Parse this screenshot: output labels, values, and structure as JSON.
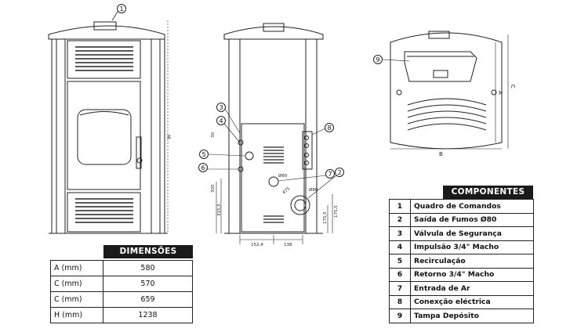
{
  "diagram": {
    "callouts": [
      "1",
      "2",
      "3",
      "4",
      "5",
      "6",
      "7",
      "8",
      "9"
    ],
    "side_dims": [
      "300",
      "475",
      "Ø60",
      "Ø80",
      "152,4",
      "138",
      "175,5",
      "175,5",
      "315,5",
      "30"
    ],
    "dim_letters": {
      "a": "A",
      "c": "C",
      "h": "H",
      "b": "B"
    }
  },
  "dimensoes": {
    "title": "DIMENSÕES",
    "rows": [
      {
        "label": "A (mm)",
        "value": "580"
      },
      {
        "label": "C (mm)",
        "value": "570"
      },
      {
        "label": "C (mm)",
        "value": "659"
      },
      {
        "label": "H (mm)",
        "value": "1238"
      }
    ]
  },
  "componentes": {
    "title": "COMPONENTES",
    "rows": [
      {
        "num": "1",
        "name": "Quadro de Comandos"
      },
      {
        "num": "2",
        "name": "Saída de Fumos Ø80"
      },
      {
        "num": "3",
        "name": "Válvula de Segurança"
      },
      {
        "num": "4",
        "name": "Impulsão 3/4\" Macho"
      },
      {
        "num": "5",
        "name": "Recirculação"
      },
      {
        "num": "6",
        "name": "Retorno 3/4\" Macho"
      },
      {
        "num": "7",
        "name": "Entrada de Ar"
      },
      {
        "num": "8",
        "name": "Conexção eléctrica"
      },
      {
        "num": "9",
        "name": "Tampa Depósito"
      }
    ]
  }
}
